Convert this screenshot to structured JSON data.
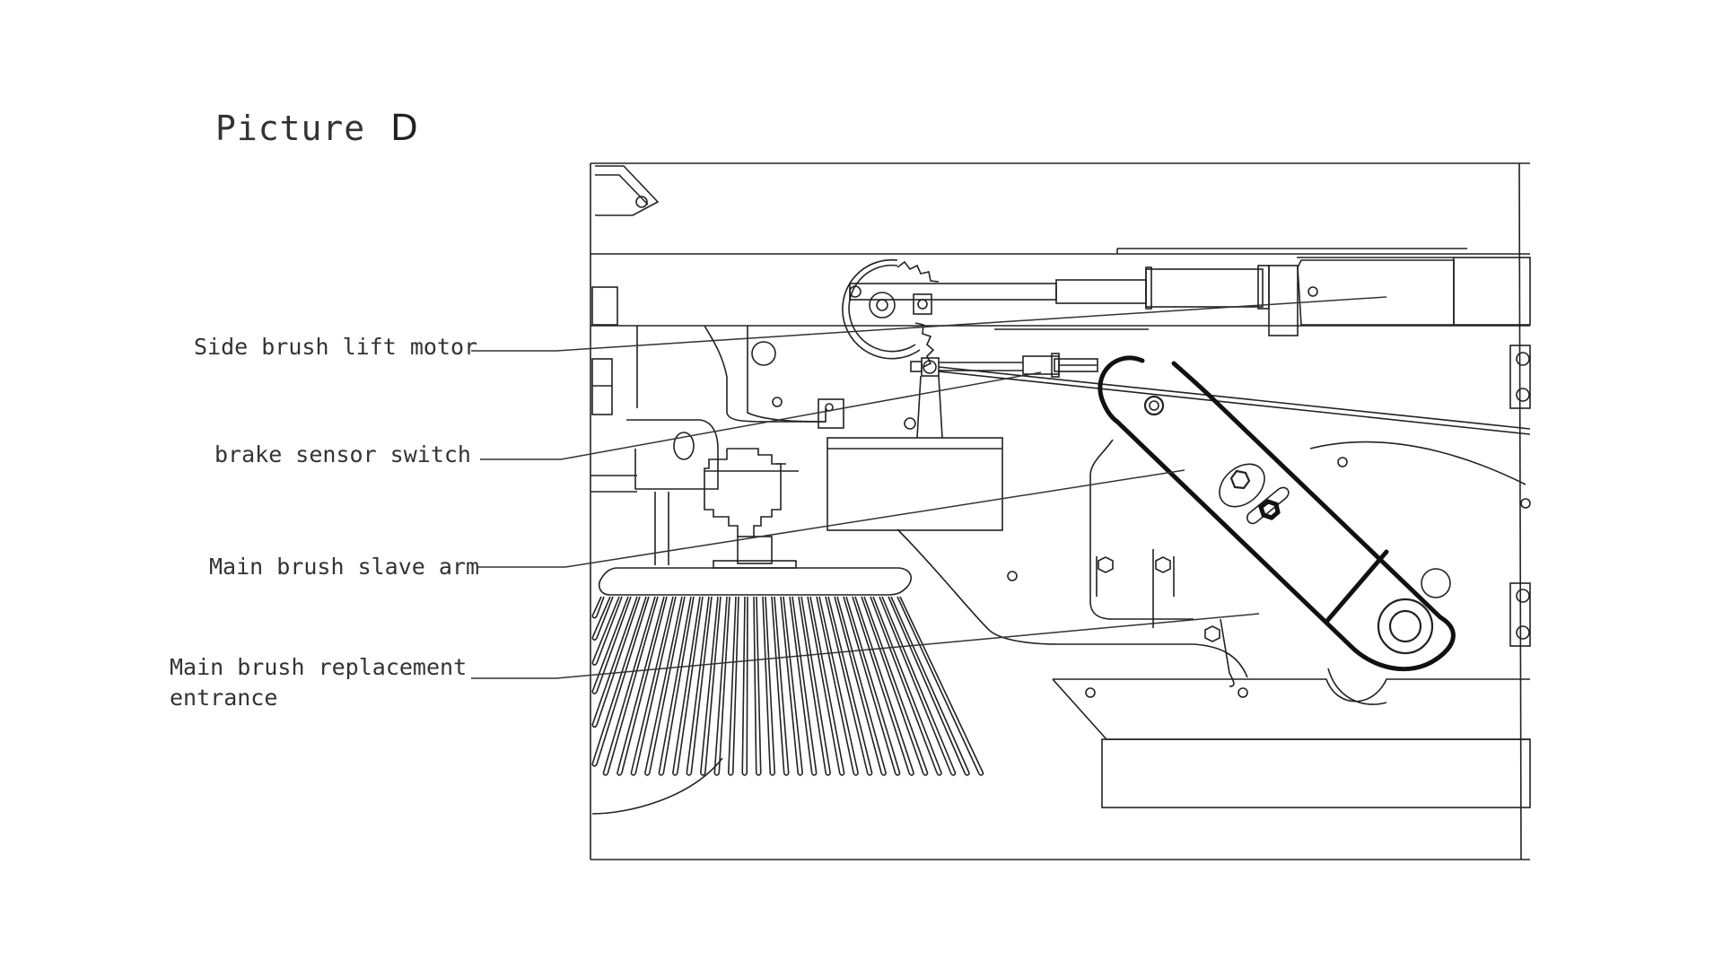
{
  "title": {
    "prefix": "Picture",
    "letter": "D"
  },
  "labels": [
    {
      "text": "Side brush lift motor"
    },
    {
      "text": "brake sensor switch"
    },
    {
      "text": "Main brush slave arm"
    },
    {
      "text": "Main brush replacement\nentrance"
    }
  ]
}
